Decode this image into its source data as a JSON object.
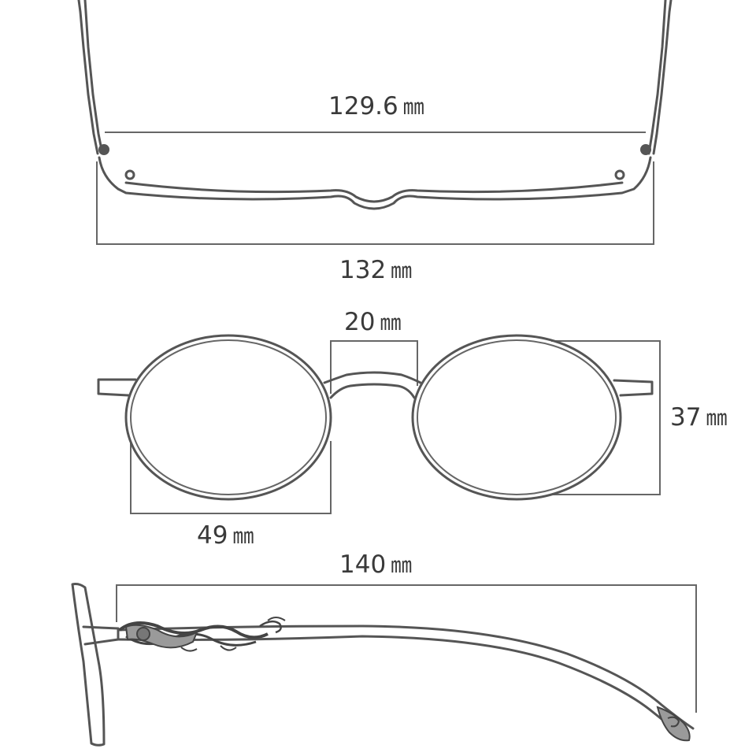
{
  "diagram": {
    "unit": "㎜",
    "top_view": {
      "temple_span": {
        "value": "129.6",
        "unit": "㎜"
      },
      "total_width": {
        "value": "132",
        "unit": "㎜"
      }
    },
    "front_view": {
      "bridge_width": {
        "value": "20",
        "unit": "㎜"
      },
      "lens_height": {
        "value": "37",
        "unit": "㎜"
      },
      "lens_width": {
        "value": "49",
        "unit": "㎜"
      }
    },
    "side_view": {
      "temple_length": {
        "value": "140",
        "unit": "㎜"
      }
    },
    "colors": {
      "line": "#555555",
      "text": "#3a3a3a",
      "ornament_fill": "#9a9a9a"
    }
  }
}
